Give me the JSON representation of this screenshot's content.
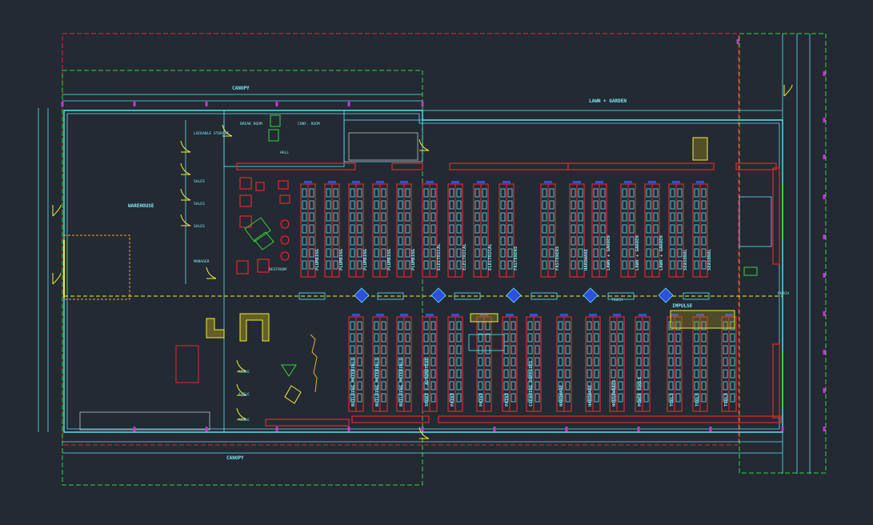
{
  "labels": {
    "canopy": "CANOPY",
    "lawn_garden_top": "LAWN + GARDEN",
    "warehouse": "WAREHOUSE",
    "lockable_storage": "LOCKABLE\nSTORAGE",
    "break_room": "BREAK ROOM",
    "conf_room": "CONF. ROOM",
    "hall": "HALL",
    "manager": "MANAGER",
    "restroom": "RESTROOM",
    "impulse": "IMPULSE",
    "touch": "TOUCH",
    "porch": "PORCH",
    "sales": "SALES",
    "aisle": "AISLE"
  },
  "aisle_labels_upper": [
    "PLUMBING",
    "PLUMBING",
    "PLUMBING",
    "PLUMBING",
    "PLUMBING",
    "ELECTRICAL",
    "ELECTRICAL",
    "ELECTRICAL",
    "FASTENERS",
    "FASTENERS",
    "HARDWARE",
    "LAWN + GARDEN",
    "LAWN + GARDEN",
    "LAWN + GARDEN",
    "SEASONAL",
    "SEASONAL"
  ],
  "aisle_labels_lower": [
    "BUILDING MATERIALS",
    "BUILDING MATERIALS",
    "BUILDING MATERIALS",
    "SPORT / AUTOMOTIVE",
    "PAINT",
    "PAINT",
    "PAINT",
    "CLEANING SUPPLIES",
    "HARDWARE",
    "HARDWARE",
    "HOUSEWARES",
    "POWER TOOLS",
    "TOOLS",
    "TOOLS",
    "TOOLS"
  ],
  "colors": {
    "background": "#232a33",
    "cyan": "#5fe3f0",
    "red": "#e8232e",
    "green": "#37d43d",
    "yellow": "#f1ec35",
    "magenta": "#c23ad0",
    "blue": "#2f4fe0"
  },
  "icons": [
    "door-swing-icon",
    "display-diamond-icon",
    "column-marker-icon"
  ]
}
